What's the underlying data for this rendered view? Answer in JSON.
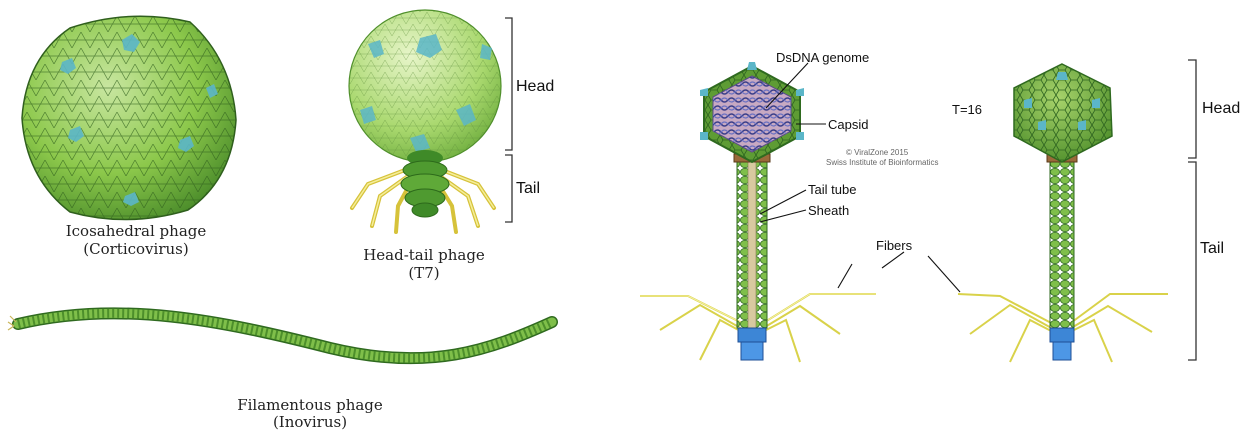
{
  "left_panel": {
    "icosahedral": {
      "name": "Icosahedral phage",
      "genus": "(Corticovirus)"
    },
    "head_tail": {
      "name": "Head-tail phage",
      "genus": "(T7)",
      "head_label": "Head",
      "tail_label": "Tail"
    },
    "filamentous": {
      "name": "Filamentous phage",
      "genus": "(Inovirus)"
    }
  },
  "right_panel": {
    "labels": {
      "genome": "DsDNA genome",
      "capsid": "Capsid",
      "tail_tube": "Tail tube",
      "sheath": "Sheath",
      "fibers": "Fibers",
      "triangulation": "T=16",
      "head": "Head",
      "tail": "Tail"
    },
    "credit": {
      "line1": "© ViralZone 2015",
      "line2": "Swiss Institute of Bioinformatics"
    }
  },
  "colors": {
    "capsid_green": "#8cc84b",
    "dark_green": "#3f7f25",
    "pentamer_blue": "#5bb6c8",
    "fiber_yellow": "#e8e36a",
    "baseplate_blue": "#3d86d6"
  }
}
